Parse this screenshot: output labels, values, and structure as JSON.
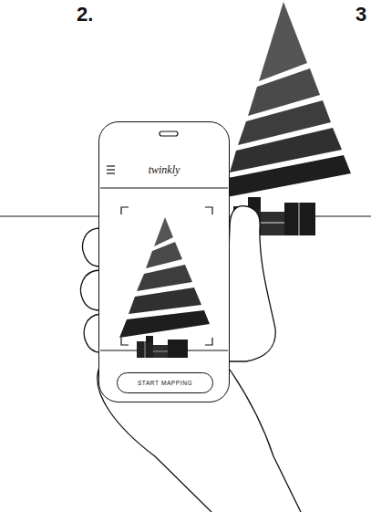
{
  "diagram": {
    "nodes": [
      {
        "text": [
          "twinkly"
        ]
      },
      {
        "text": [
          "START MAPPING"
        ],
        "in": 0
      }
    ],
    "labels": [
      "2.",
      "3"
    ]
  }
}
